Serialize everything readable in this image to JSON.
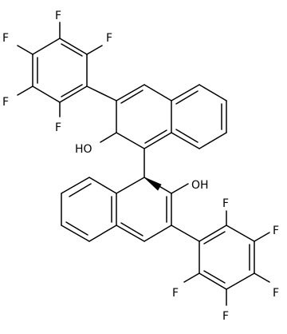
{
  "molecule": {
    "atom_labels": {
      "f_top_upper": "F",
      "f_left_upper": "F",
      "f_right_upper": "F",
      "f_leftlow_upper": "F",
      "f_bottom_upper": "F",
      "oh_upper": "HO",
      "oh_lower": "OH",
      "f_top_lower": "F",
      "f_right_lower": "F",
      "f_left_lower": "F",
      "f_rightlow_lower": "F",
      "f_bottom_lower": "F"
    }
  }
}
